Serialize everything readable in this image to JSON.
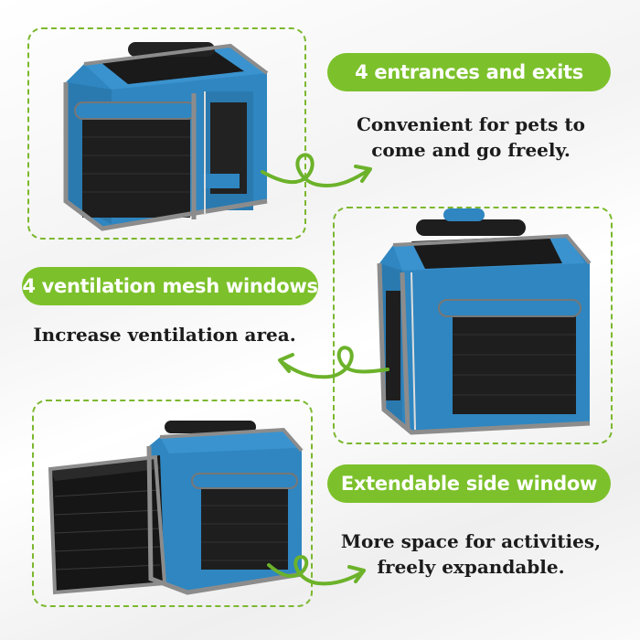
{
  "features": [
    {
      "title": "4 entrances and exits",
      "description": [
        "Convenient for pets to",
        "come and go freely."
      ]
    },
    {
      "title": "4 ventilation mesh windows",
      "description": [
        "Increase ventilation area."
      ]
    },
    {
      "title": "Extendable side window",
      "description": [
        "More space for activities,",
        "freely expandable."
      ]
    }
  ],
  "colors": {
    "accent_green": "#7cc12b",
    "frame_green": "#7cb82f",
    "carrier_blue": "#2f86c0",
    "trim_gray": "#8c8c8c",
    "mesh_black": "#1e1e1e"
  },
  "icons": [
    "curly-arrow-icon"
  ]
}
